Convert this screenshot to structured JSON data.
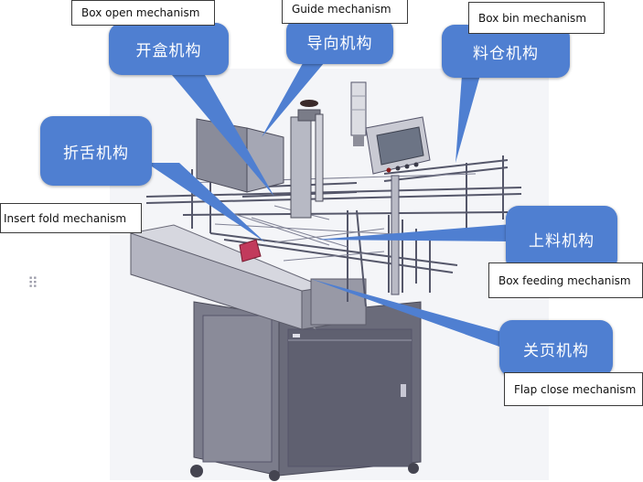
{
  "callouts": {
    "box_open": "开盒机构",
    "guide": "导向机构",
    "bin": "料仓机构",
    "insert_fold": "折舌机构",
    "feeding": "上料机构",
    "flap_close": "关页机构"
  },
  "labels": {
    "box_open": "Box open mechanism",
    "guide": "Guide mechanism",
    "bin": "Box bin mechanism",
    "insert_fold": "Insert fold mechanism",
    "feeding": "Box feeding mechanism",
    "flap_close": "Flap close mechanism"
  },
  "icons": {
    "drag": "drag-handle-icon",
    "symbol": "⠿"
  },
  "colors": {
    "callout": "#4f7fd1",
    "machine": "#8c8f9e",
    "panel": "#6d6d7c",
    "label_border": "#3a3a3a"
  }
}
